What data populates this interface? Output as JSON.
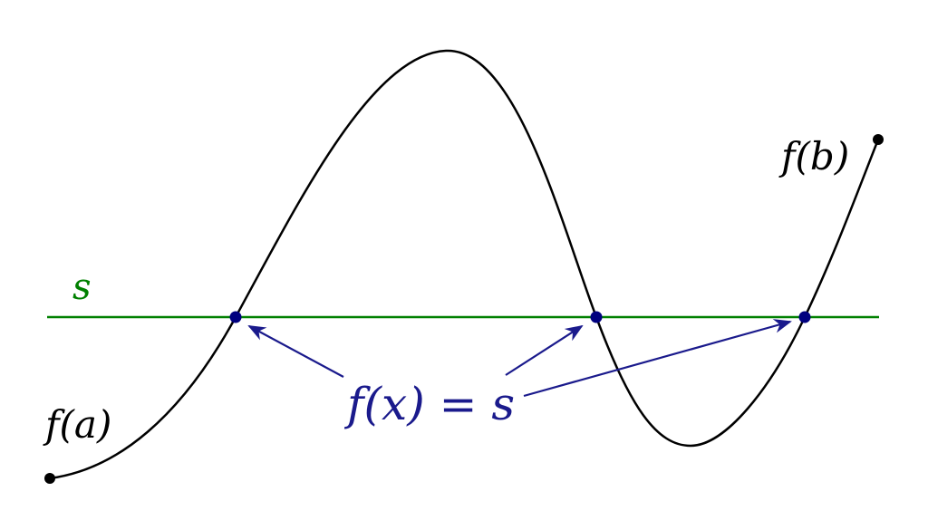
{
  "labels": {
    "fa": "f(a)",
    "fb": "f(b)",
    "s": "s",
    "equation": "f(x) = s"
  },
  "colors": {
    "curve": "#000000",
    "level_line": "#008000",
    "intersection": "#00007f",
    "annotation": "#1a1a8c",
    "background": "#ffffff"
  }
}
